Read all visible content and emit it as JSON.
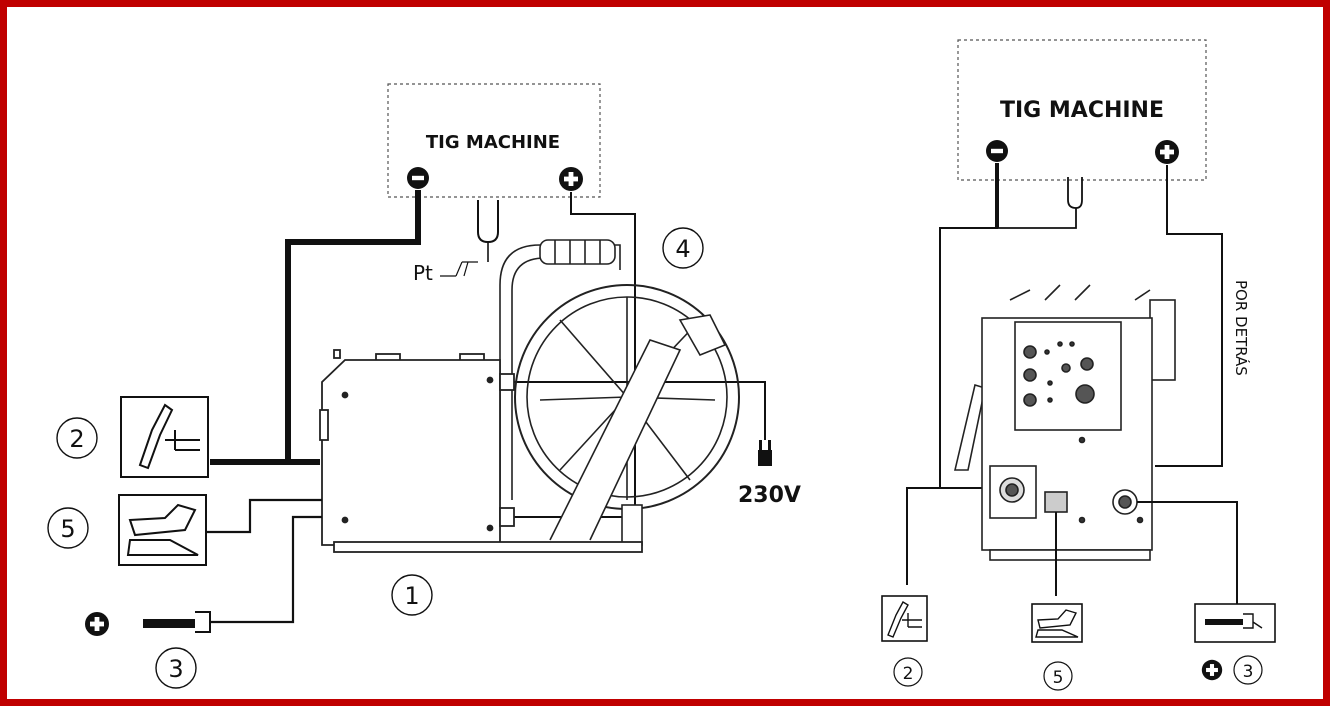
{
  "colors": {
    "frame": "#c00000",
    "ink": "#111111"
  },
  "left_diagram": {
    "machine_title": "TIG MACHINE",
    "pt_label": "Pt",
    "voltage_label": "230V",
    "callouts": {
      "machine": "1",
      "torch": "2",
      "ground": "3",
      "wire": "4",
      "pedal": "5"
    },
    "icons": [
      "tig-torch-icon",
      "foot-pedal-icon",
      "ground-clamp-icon",
      "plug-icon"
    ]
  },
  "right_diagram": {
    "machine_title": "TIG MACHINE",
    "rear_label": "POR DETRÁS",
    "callouts": {
      "torch": "2",
      "pedal": "5",
      "ground": "3"
    },
    "icons": [
      "tig-torch-icon",
      "foot-pedal-icon",
      "ground-clamp-icon"
    ]
  }
}
